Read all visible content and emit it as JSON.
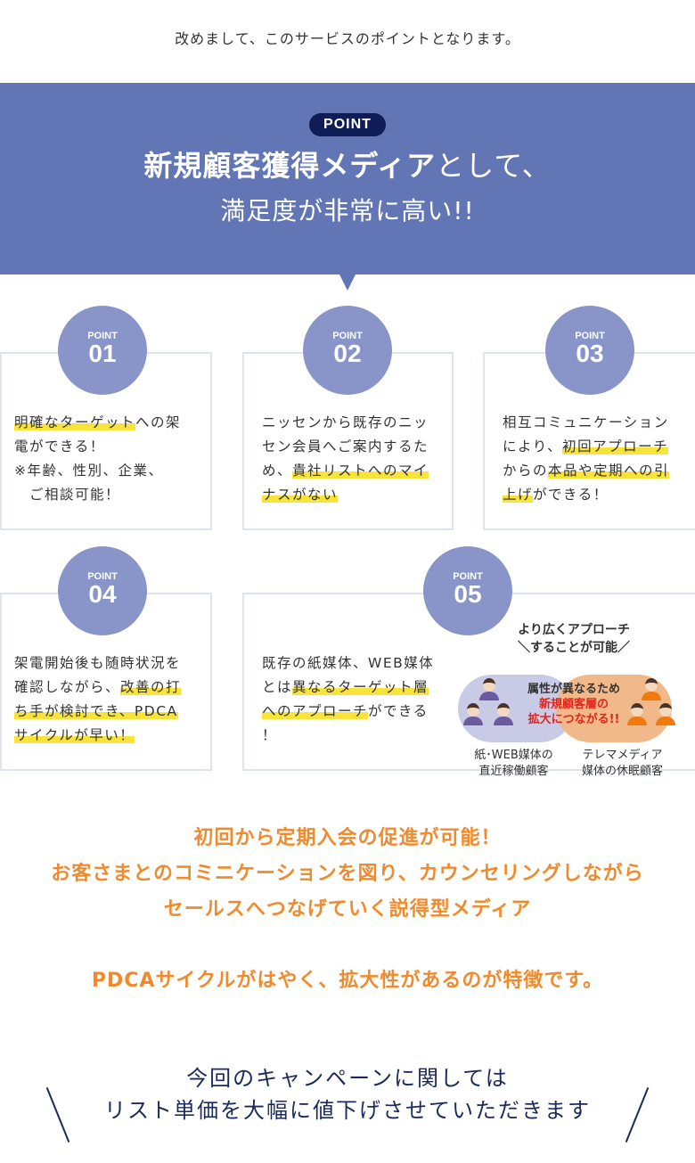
{
  "intro": "改めまして、このサービスのポイントとなります。",
  "hero": {
    "badge": "POINT",
    "title_bold": "新規顧客獲得メディア",
    "title_light": "として、",
    "subtitle": "満足度が非常に高い!!",
    "bg_color": "#6275b5"
  },
  "points": [
    {
      "label": "POINT",
      "num": "01",
      "lines": [
        [
          {
            "t": "明確なターゲット",
            "hl": true
          },
          {
            "t": "への架"
          }
        ],
        [
          {
            "t": "電ができる！"
          }
        ],
        [
          {
            "t": "※年齢、性別、企業、"
          }
        ],
        [
          {
            "t": "　ご相談可能！"
          }
        ]
      ]
    },
    {
      "label": "POINT",
      "num": "02",
      "lines": [
        [
          {
            "t": "ニッセンから既存のニッ"
          }
        ],
        [
          {
            "t": "セン会員へご案内するた"
          }
        ],
        [
          {
            "t": "め、"
          },
          {
            "t": "貴社リストへのマイ",
            "hl": true
          }
        ],
        [
          {
            "t": "ナスがない",
            "hl": true
          }
        ]
      ]
    },
    {
      "label": "POINT",
      "num": "03",
      "lines": [
        [
          {
            "t": "相互コミュニケーション"
          }
        ],
        [
          {
            "t": "により、"
          },
          {
            "t": "初回アプローチ",
            "hl": true
          }
        ],
        [
          {
            "t": "からの"
          },
          {
            "t": "本品や定期への引",
            "hl": true
          }
        ],
        [
          {
            "t": "上げ",
            "hl": true
          },
          {
            "t": "ができる！"
          }
        ]
      ]
    },
    {
      "label": "POINT",
      "num": "04",
      "lines": [
        [
          {
            "t": "架電開始後も随時状況を"
          }
        ],
        [
          {
            "t": "確認しながら、"
          },
          {
            "t": "改善の打",
            "hl": true
          }
        ],
        [
          {
            "t": "ち手が検討でき、PDCA",
            "hl": true
          }
        ],
        [
          {
            "t": "サイクルが早い！",
            "hl": true
          }
        ]
      ]
    },
    {
      "label": "POINT",
      "num": "05",
      "lines": [
        [
          {
            "t": "既存の紙媒体、WEB媒体"
          }
        ],
        [
          {
            "t": "とは"
          },
          {
            "t": "異なるターゲット層",
            "hl": true
          }
        ],
        [
          {
            "t": "へのアプローチ",
            "hl": true
          },
          {
            "t": "ができる"
          }
        ],
        [
          {
            "t": "！"
          }
        ]
      ]
    }
  ],
  "illustration": {
    "head1": "より広くアプローチ",
    "head2": "＼することが可能／",
    "mid1": "属性が異なるため",
    "mid2": "新規顧客層の",
    "mid3": "拡大につながる!!",
    "left_cap1": "紙･WEB媒体の",
    "left_cap2": "直近稼働顧客",
    "right_cap1": "テレマメディア",
    "right_cap2": "媒体の休眠顧客"
  },
  "summary": {
    "line1": "初回から定期入会の促進が可能！",
    "line2": "お客さまとのコミニケーションを図り、カウンセリングしながら",
    "line3": "セールスへつなげていく説得型メディア",
    "line4": "PDCAサイクルがはやく、拡大性があるのが特徴です。",
    "color": "#f08a2c"
  },
  "closing": {
    "line1": "今回のキャンペーンに関しては",
    "line2": "リスト単価を大幅に値下げさせていただきます"
  }
}
